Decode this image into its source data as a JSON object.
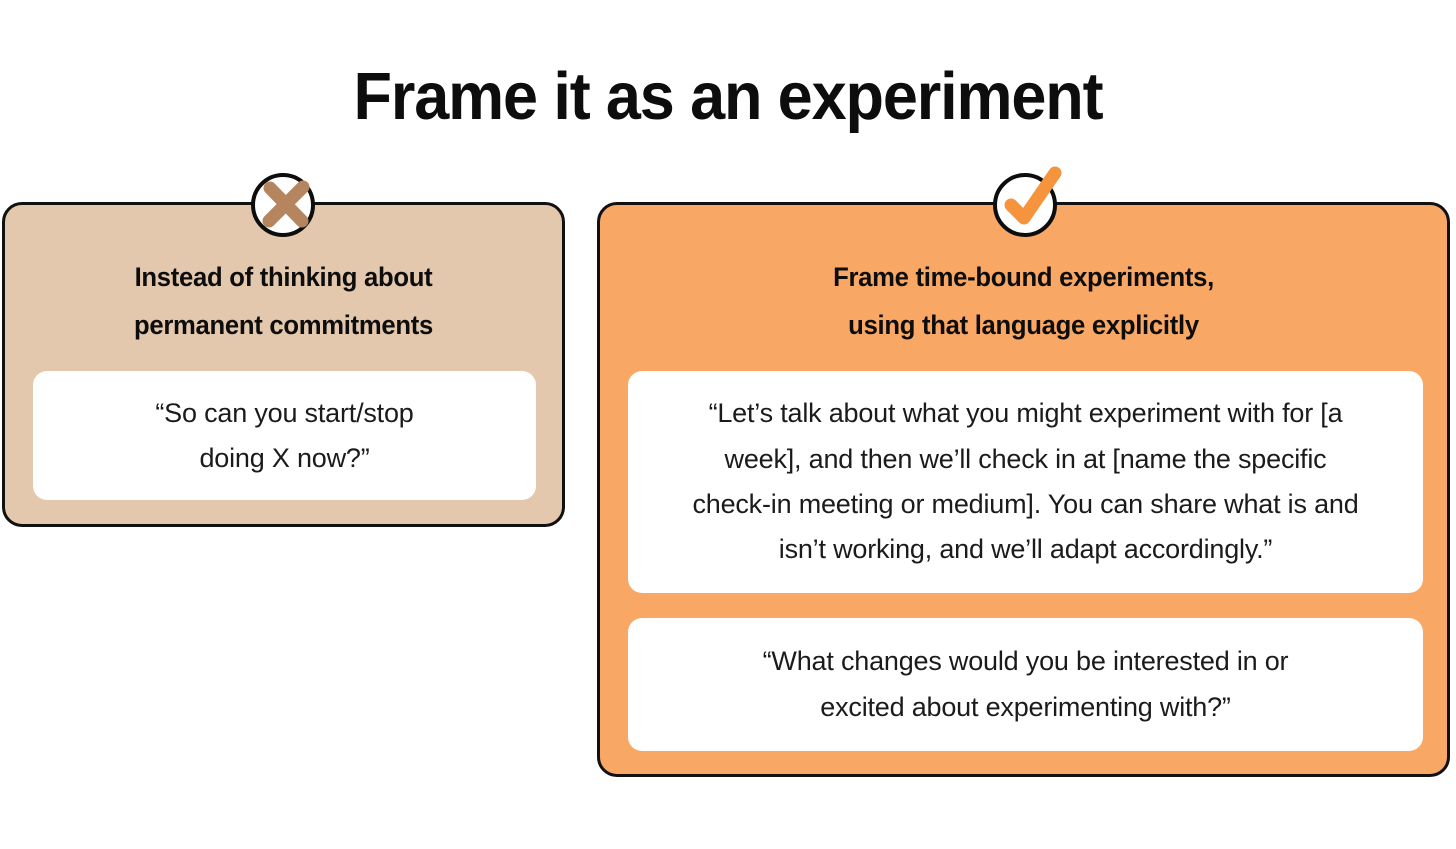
{
  "title": "Frame it as an experiment",
  "colors": {
    "background": "#ffffff",
    "negative_card_bg": "#E3C8AE",
    "positive_card_bg": "#F9A764",
    "cross_icon": "#B5855F",
    "check_icon": "#F5943D",
    "border": "#111111",
    "text": "#0d0d0d",
    "quote_box_bg": "#ffffff"
  },
  "cards": {
    "negative": {
      "badge_icon": "cross-icon",
      "header_line_1": "Instead of thinking about",
      "header_line_2": "permanent commitments",
      "quotes": [
        {
          "line_1": "“So can you start/stop",
          "line_2": "doing X now?”"
        }
      ]
    },
    "positive": {
      "badge_icon": "check-icon",
      "header_line_1": "Frame time-bound experiments,",
      "header_line_2": "using that language explicitly",
      "quotes": [
        {
          "line_1": "“Let’s talk about what you might experiment with for [a",
          "line_2": "week], and then we’ll check in at [name the specific",
          "line_3": "check-in meeting or medium]. You can share what is and",
          "line_4": "isn’t working, and we’ll adapt accordingly.”"
        },
        {
          "line_1": "“What changes would you be interested in or",
          "line_2": "excited about experimenting with?”"
        }
      ]
    }
  }
}
